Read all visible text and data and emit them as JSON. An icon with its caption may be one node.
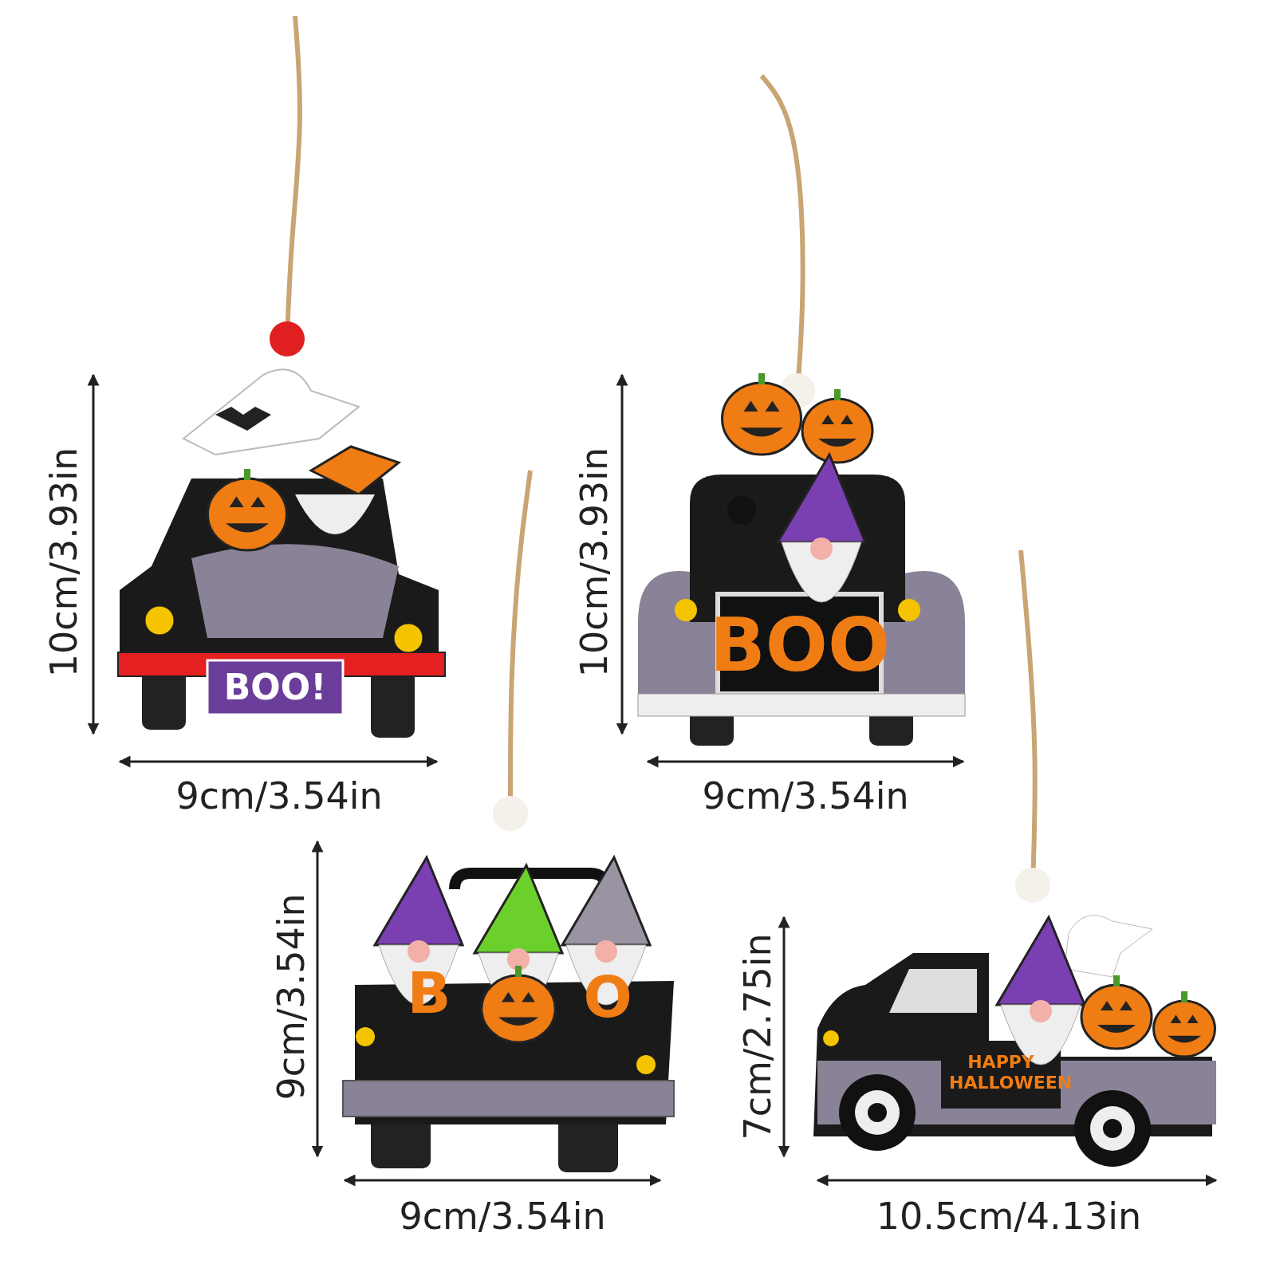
{
  "diagram": {
    "labels": [
      "BOO!",
      "10cm/3.93in",
      "9cm/3.54in",
      "BOO",
      "10cm/3.93in",
      "9cm/3.54in",
      "B",
      "O",
      "9cm/3.54in",
      "9cm/3.54in",
      "HAPPY HALLOWEEN",
      "7cm/2.75in",
      "10.5cm/4.13in"
    ]
  }
}
